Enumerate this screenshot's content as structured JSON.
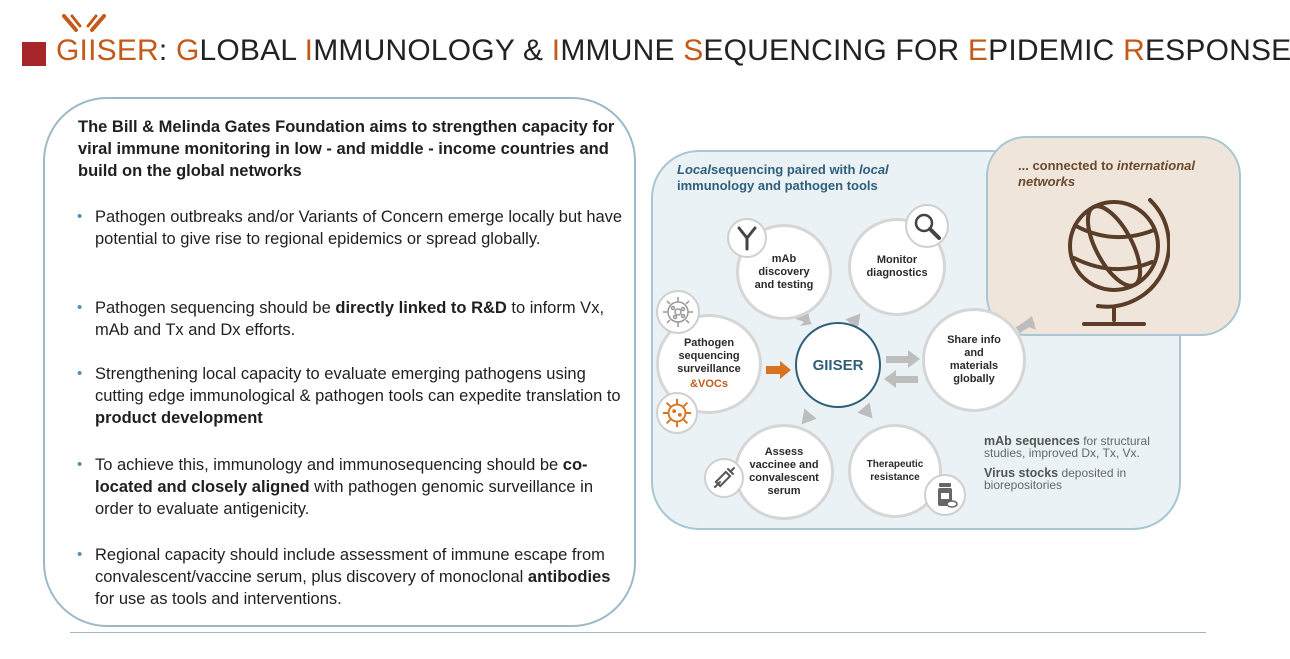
{
  "header": {
    "logo_text": "GIISER",
    "title_parts": [
      {
        "text": ": ",
        "hl": false
      },
      {
        "text": "G",
        "hl": true
      },
      {
        "text": "LOBAL ",
        "hl": false
      },
      {
        "text": "I",
        "hl": true
      },
      {
        "text": "MMUNOLOGY & ",
        "hl": false
      },
      {
        "text": "I",
        "hl": true
      },
      {
        "text": "MMUNE ",
        "hl": false
      },
      {
        "text": "S",
        "hl": true
      },
      {
        "text": "EQUENCING FOR ",
        "hl": false
      },
      {
        "text": "E",
        "hl": true
      },
      {
        "text": "PIDEMIC ",
        "hl": false
      },
      {
        "text": "R",
        "hl": true
      },
      {
        "text": "ESPONSE",
        "hl": false
      }
    ],
    "accent_color": "#c45a1a",
    "square_color": "#a6262a"
  },
  "left": {
    "intro": "The Bill & Melinda Gates Foundation aims to strengthen capacity for viral immune monitoring in low - and middle - income countries and build on the global networks",
    "bullets": [
      {
        "parts": [
          {
            "t": "Pathogen outbreaks and/or Variants of Concern emerge locally but have potential to give rise to regional epidemics or spread globally.",
            "b": false
          }
        ]
      },
      {
        "parts": [
          {
            "t": "Pathogen sequencing should be ",
            "b": false
          },
          {
            "t": "directly linked to R&D",
            "b": true
          },
          {
            "t": " to inform Vx, mAb and Tx and Dx efforts.",
            "b": false
          }
        ]
      },
      {
        "parts": [
          {
            "t": "Strengthening local capacity to evaluate emerging pathogens using cutting edge immunological & pathogen tools can expedite translation to ",
            "b": false
          },
          {
            "t": "product development",
            "b": true
          }
        ]
      },
      {
        "parts": [
          {
            "t": "To achieve this, immunology and immunosequencing should be ",
            "b": false
          },
          {
            "t": "co-located and closely aligned",
            "b": true
          },
          {
            "t": " with pathogen genomic surveillance in order to evaluate antigenicity.",
            "b": false
          }
        ]
      },
      {
        "parts": [
          {
            "t": "Regional capacity should include assessment of immune escape from convalescent/vaccine serum, plus discovery of monoclonal ",
            "b": false
          },
          {
            "t": "antibodies",
            "b": true
          },
          {
            "t": " for use as tools and interventions.",
            "b": false
          }
        ]
      }
    ]
  },
  "diagram": {
    "local_heading_italic": "Local",
    "local_heading_rest1": "sequencing paired with ",
    "local_heading_italic2": "local",
    "local_heading_rest2": "immunology and pathogen tools",
    "intl_heading_pre": "... connected to ",
    "intl_heading_italic": "international networks",
    "center": "GIISER",
    "nodes": {
      "mab": "mAb discovery and testing",
      "monitor": "Monitor diagnostics",
      "pathogen": "Pathogen sequencing surveillance",
      "vocs": "&VOCs",
      "share": "Share info and materials globally",
      "assess": "Assess vaccinee and convalescent serum",
      "therapeutic": "Therapeutic resistance"
    },
    "notes": {
      "mab_bold": "mAb sequences",
      "mab_rest": " for structural studies, improved Dx, Tx, Vx.",
      "virus_bold": "Virus stocks",
      "virus_rest": " deposited in biorepositories"
    }
  }
}
